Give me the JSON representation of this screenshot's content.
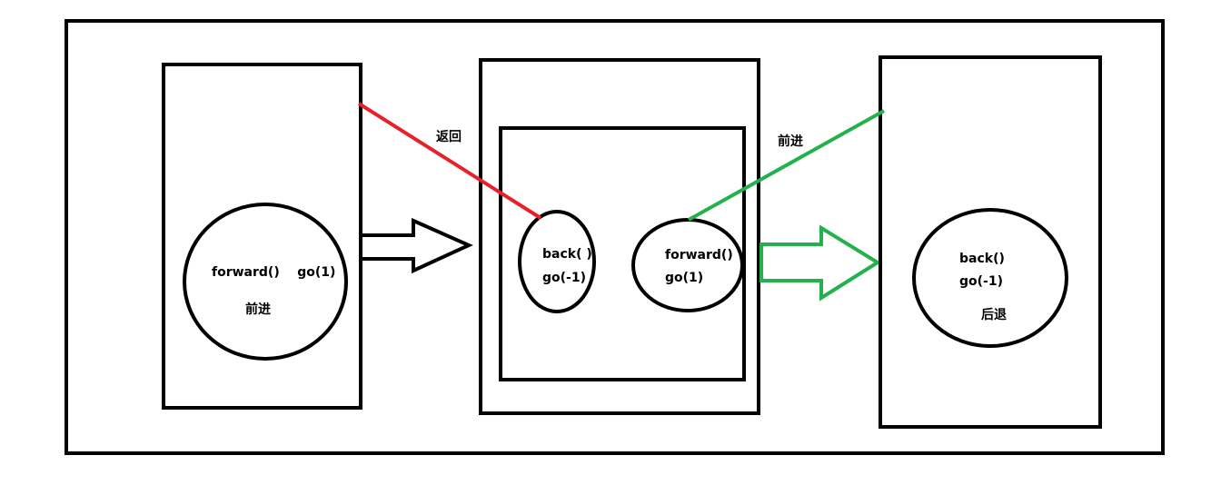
{
  "colors": {
    "stroke": "#000000",
    "back_line": "#e8202a",
    "forward_line": "#22b14c",
    "background": "#ffffff"
  },
  "left_page": {
    "circle_line1": "forward()    go(1)",
    "circle_line2": "前进"
  },
  "middle_page": {
    "left_ellipse_line1": "back( )",
    "left_ellipse_line2": "go(-1)",
    "right_ellipse_line1": "forward()",
    "right_ellipse_line2": "go(1)"
  },
  "right_page": {
    "circle_line1": "back()",
    "circle_line2": "go(-1)",
    "circle_line3": "后退"
  },
  "connectors": {
    "back_label": "返回",
    "forward_label": "前进"
  }
}
